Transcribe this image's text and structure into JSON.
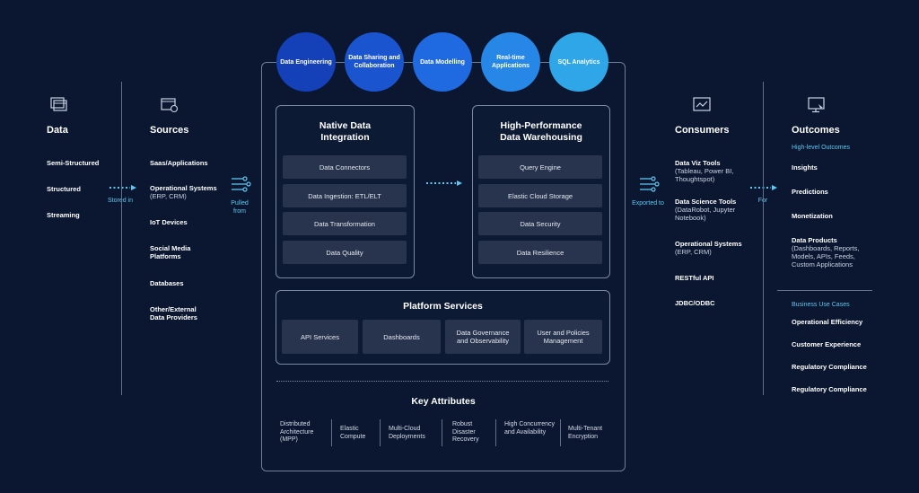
{
  "columns": {
    "data": {
      "title": "Data",
      "items": [
        "Semi-Structured",
        "Structured",
        "Streaming"
      ]
    },
    "sources": {
      "title": "Sources",
      "items": [
        {
          "label": "Saas/Applications",
          "sub": ""
        },
        {
          "label": "Operational Systems",
          "sub": "(ERP, CRM)"
        },
        {
          "label": "IoT Devices",
          "sub": ""
        },
        {
          "label": "Social Media",
          "sub": "Platforms"
        },
        {
          "label": "Databases",
          "sub": ""
        },
        {
          "label": "Other/External",
          "sub": "Data Providers"
        }
      ]
    },
    "consumers": {
      "title": "Consumers",
      "items": [
        {
          "label": "Data Viz Tools",
          "sub": "(Tableau, Power BI, Thoughtspot)"
        },
        {
          "label": "Data Science Tools",
          "sub": "(DataRobot, Jupyter Notebook)"
        },
        {
          "label": "Operational Systems",
          "sub": "(ERP, CRM)"
        },
        {
          "label": "RESTful API",
          "sub": ""
        },
        {
          "label": "JDBC/ODBC",
          "sub": ""
        }
      ]
    },
    "outcomes": {
      "title": "Outcomes",
      "high_level_label": "High-level Outcomes",
      "high_level": [
        {
          "label": "Insights",
          "sub": ""
        },
        {
          "label": "Predictions",
          "sub": ""
        },
        {
          "label": "Monetization",
          "sub": ""
        },
        {
          "label": "Data Products",
          "sub": "(Dashboards, Reports, Models, APIs, Feeds, Custom Applications"
        }
      ],
      "business_label": "Business Use Cases",
      "business": [
        "Operational Efficiency",
        "Customer Experience",
        "Regulatory Compliance",
        "Regulatory Compliance"
      ]
    }
  },
  "flows": {
    "stored_in": "Stored in",
    "pulled_from": "Pulled from",
    "exported_to": "Exported to",
    "for": "For"
  },
  "circles": [
    {
      "label": "Data Engineering",
      "color": "#1440b8"
    },
    {
      "label": "Data Sharing and Collaboration",
      "color": "#1a55cf"
    },
    {
      "label": "Data Modelling",
      "color": "#1f6ae0"
    },
    {
      "label": "Real-time Applications",
      "color": "#2687e6"
    },
    {
      "label": "SQL Analytics",
      "color": "#2fa6e8"
    }
  ],
  "native": {
    "title": "Native Data Integration",
    "items": [
      "Data Connectors",
      "Data Ingestion: ETL/ELT",
      "Data Transformation",
      "Data Quality"
    ]
  },
  "warehouse": {
    "title": "High-Performance Data Warehousing",
    "items": [
      "Query Engine",
      "Elastic Cloud Storage",
      "Data Security",
      "Data Resilience"
    ]
  },
  "platform": {
    "title": "Platform Services",
    "items": [
      "API Services",
      "Dashboards",
      "Data Governance and Observability",
      "User and Policies Management"
    ]
  },
  "key_attributes": {
    "title": "Key Attributes",
    "items": [
      "Distributed Architecture (MPP)",
      "Elastic Compute",
      "Multi-Cloud Deployments",
      "Robust Disaster Recovery",
      "High Concurrency and Availability",
      "Multi-Tenant Encryption"
    ]
  },
  "colors": {
    "background": "#0b1730",
    "accent": "#5fc7f0",
    "box": "#28344d"
  }
}
